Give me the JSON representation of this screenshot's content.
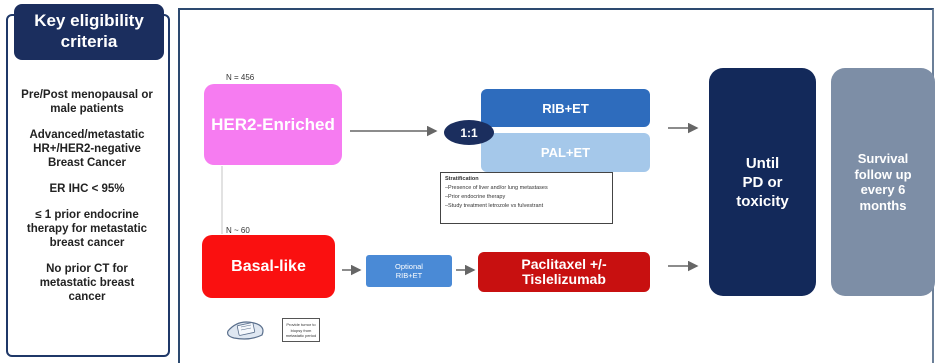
{
  "eligibility": {
    "header": [
      "Key eligibility",
      "criteria"
    ],
    "items": [
      [
        "Pre/Post menopausal or",
        "male patients"
      ],
      [
        "Advanced/metastatic",
        "HR+/HER2-negative",
        "Breast Cancer"
      ],
      [
        "ER IHC < 95%"
      ],
      [
        "≤ 1 prior endocrine",
        "therapy for metastatic",
        "breast cancer"
      ],
      [
        "No prior CT for",
        "metastatic breast",
        "cancer"
      ]
    ]
  },
  "cohorts": {
    "her2": {
      "n_label": "N = 456",
      "label": "HER2-Enriched"
    },
    "basal": {
      "n_label": "N ~ 60",
      "label": "Basal-like"
    }
  },
  "randomization": {
    "ratio": "1:1"
  },
  "arms": {
    "rib": "RIB+ET",
    "pal": "PAL+ET",
    "optional": [
      "Optional",
      "RIB+ET"
    ],
    "paclitaxel": [
      "Paclitaxel +/-",
      "Tislelizumab"
    ]
  },
  "stratification": {
    "title": "Stratification",
    "items": [
      "–Presence of liver and/or lung metastases",
      "–Prior endocrine therapy",
      "–Study treatment letrozole vs fulvestrant"
    ]
  },
  "outcomes": {
    "until": [
      "Until",
      "PD or",
      "toxicity"
    ],
    "survival": [
      "Survival",
      "follow up",
      "every 6",
      "months"
    ]
  },
  "biopsy_note": [
    "Provide tumor to",
    "biopsy from",
    "metastatic period"
  ],
  "colors": {
    "navy": "#1b2e5e",
    "her2_pink": "#f67cf1",
    "basal_red": "#fa1010",
    "rib_blue": "#2e6cbd",
    "pal_lightblue": "#a5c8ea",
    "paclitaxel_red": "#c81010",
    "survival_gray": "#7d8ea6"
  }
}
